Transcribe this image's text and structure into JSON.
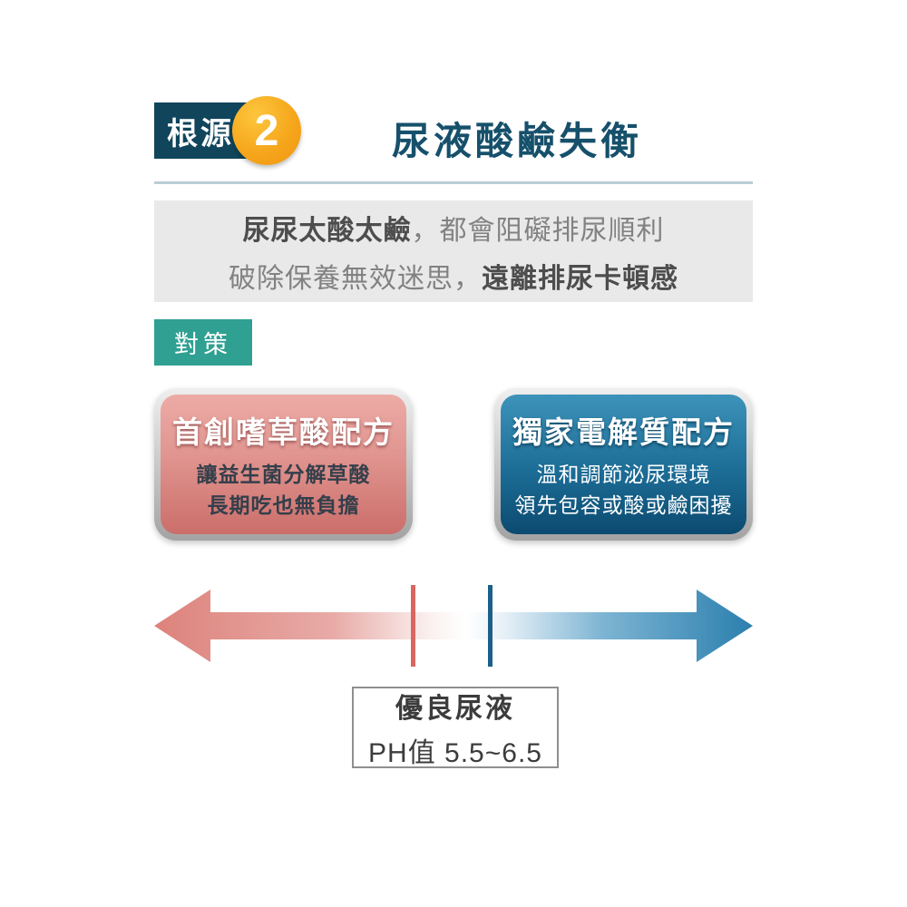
{
  "header": {
    "badge_label": "根源",
    "badge_number": "2",
    "title": "尿液酸鹼失衡"
  },
  "intro": {
    "line1_bold": "尿尿太酸太鹼",
    "line1_rest": "，都會阻礙排尿順利",
    "line2_rest": "破除保養無效迷思，",
    "line2_bold": "遠離排尿卡頓感"
  },
  "strategy": {
    "label": "對策"
  },
  "cards": [
    {
      "title": "首創嗜草酸配方",
      "line1": "讓益生菌分解草酸",
      "line2": "長期吃也無負擔"
    },
    {
      "title": "獨家電解質配方",
      "line1": "溫和調節泌尿環境",
      "line2": "領先包容或酸或鹼困擾"
    }
  ],
  "ph_label": {
    "line1": "優良尿液",
    "line2": "PH值 5.5~6.5"
  },
  "colors": {
    "header_badge_bg": "#10455c",
    "header_number_circle": "#f6a71c",
    "title_text": "#16506b",
    "divider": "#b9cdd6",
    "intro_bg": "#e9e9e9",
    "strategy_badge_bg": "#2fa092",
    "card_pink": "#d98b86",
    "card_blue": "#1c6d96",
    "arrow_acid_end": "#dd827c",
    "arrow_alkaline_end": "#2b7fae",
    "tick_acid": "#d9675f",
    "tick_alkaline": "#1c5f8a"
  }
}
